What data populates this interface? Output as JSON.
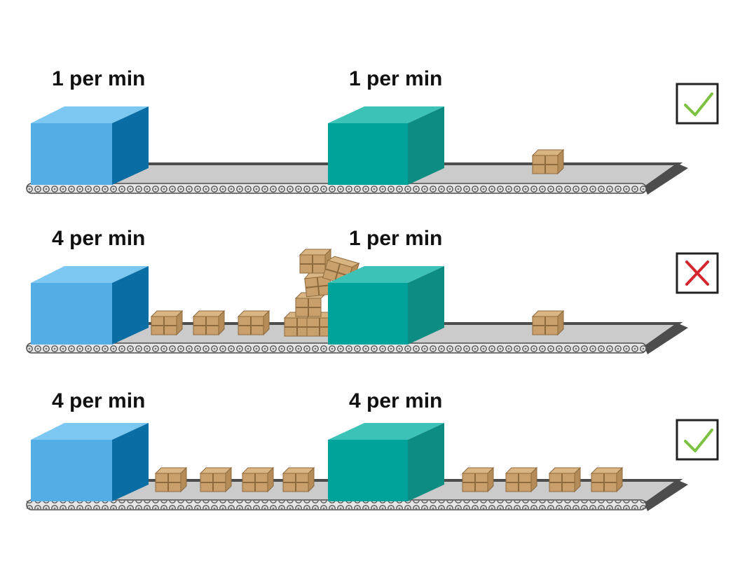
{
  "colors": {
    "source_machine_front": "#54aee6",
    "source_machine_top": "#7dc8f2",
    "source_machine_side": "#0a6ea4",
    "sink_machine_front": "#00a39a",
    "sink_machine_top": "#3cc2b6",
    "sink_machine_side": "#0d8c83",
    "belt_surface": "#cbcbcb",
    "belt_edge": "#4d4d4d",
    "box": "#c9a06b",
    "box_edge": "#8e6a3c",
    "ok_mark": "#7bc142",
    "fail_mark": "#d3272d"
  },
  "rows": [
    {
      "source_rate": "1 per min",
      "sink_rate": "1 per min",
      "status": "ok",
      "status_icon": "check-icon"
    },
    {
      "source_rate": "4 per min",
      "sink_rate": "1 per min",
      "status": "fail",
      "status_icon": "cross-icon"
    },
    {
      "source_rate": "4 per min",
      "sink_rate": "4 per min",
      "status": "ok",
      "status_icon": "check-icon"
    }
  ]
}
